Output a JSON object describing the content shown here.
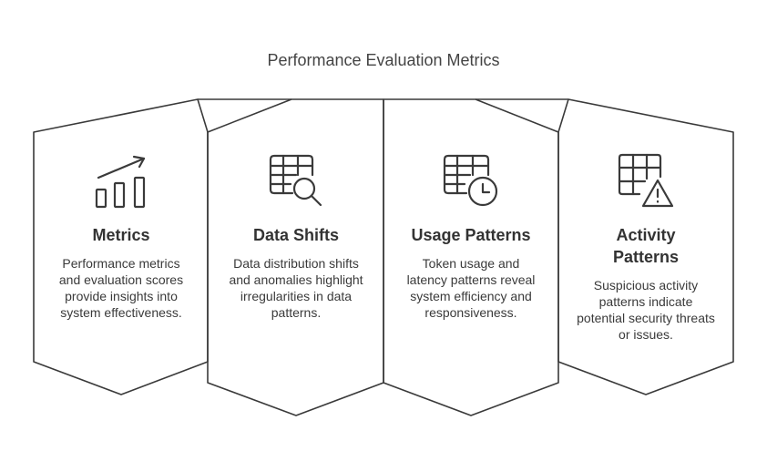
{
  "diagram": {
    "title": "Performance Evaluation Metrics",
    "stroke_color": "#3a3a3a",
    "columns": [
      {
        "icon": "bar-chart-trend-icon",
        "title": "Metrics",
        "description": "Performance metrics and evaluation scores provide insights into system effectiveness."
      },
      {
        "icon": "table-search-icon",
        "title": "Data Shifts",
        "description": "Data distribution shifts and anomalies highlight irregularities in data patterns."
      },
      {
        "icon": "table-clock-icon",
        "title": "Usage Patterns",
        "description": "Token usage and latency patterns reveal system efficiency and responsiveness."
      },
      {
        "icon": "grid-warning-icon",
        "title": "Activity Patterns",
        "description": "Suspicious activity patterns indicate potential security threats or issues."
      }
    ]
  }
}
